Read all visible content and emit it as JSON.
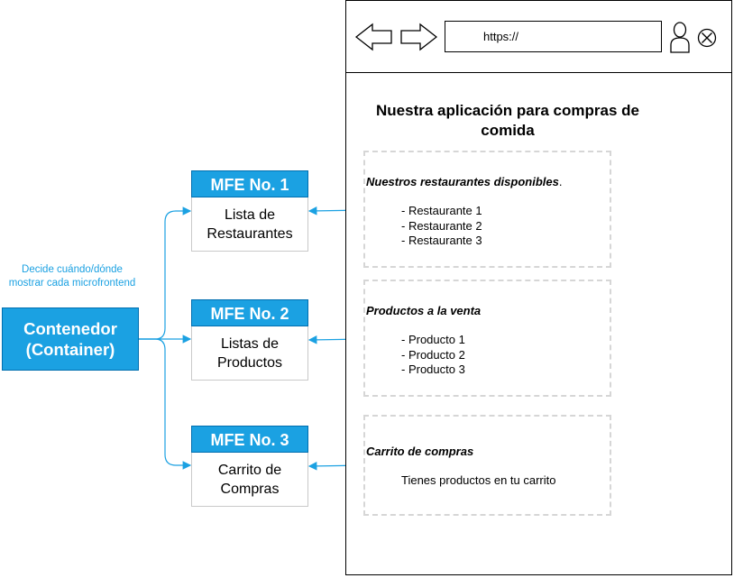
{
  "container": {
    "note": "Decide cuándo/dónde mostrar cada microfrontend",
    "label_line1": "Contenedor",
    "label_line2": "(Container)"
  },
  "mfes": [
    {
      "title": "MFE No. 1",
      "line1": "Lista de",
      "line2": "Restaurantes"
    },
    {
      "title": "MFE No. 2",
      "line1": "Listas de",
      "line2": "Productos"
    },
    {
      "title": "MFE No. 3",
      "line1": "Carrito de",
      "line2": "Compras"
    }
  ],
  "browser": {
    "url": "https://",
    "icons": [
      "back-arrow-icon",
      "forward-arrow-icon",
      "user-icon",
      "close-icon"
    ]
  },
  "page": {
    "title": "Nuestra aplicación para compras de comida"
  },
  "sections": {
    "restaurants": {
      "title": "Nuestros restaurantes disponibles",
      "title_suffix": ".",
      "items": [
        "- Restaurante 1",
        "- Restaurante 2",
        "- Restaurante 3"
      ]
    },
    "products": {
      "title": "Productos a la venta",
      "items": [
        "- Producto 1",
        "- Producto 2",
        "- Producto 3"
      ]
    },
    "cart": {
      "title": "Carrito de compras",
      "text": "Tienes productos en tu carrito"
    }
  },
  "colors": {
    "accent": "#1ba1e2",
    "accent_border": "#006eaf",
    "dashed_border": "#d6d6d6",
    "connector": "#1ba1e2"
  }
}
